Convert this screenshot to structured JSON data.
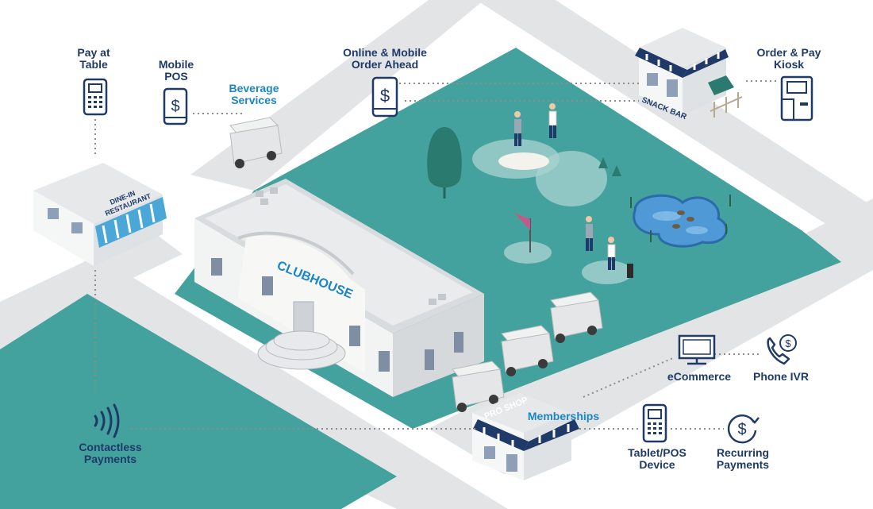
{
  "buildings": {
    "clubhouse": "CLUBHOUSE",
    "dine_in": [
      "DINE-IN",
      "RESTAURANT"
    ],
    "snack_bar": "SNACK BAR",
    "pro_shop": "PRO SHOP"
  },
  "labels": {
    "pay_at_table": [
      "Pay at",
      "Table"
    ],
    "mobile_pos": [
      "Mobile",
      "POS"
    ],
    "beverage_services": [
      "Beverage",
      "Services"
    ],
    "online_mobile": [
      "Online & Mobile",
      "Order Ahead"
    ],
    "order_pay_kiosk": [
      "Order & Pay",
      "Kiosk"
    ],
    "ecommerce": "eCommerce",
    "phone_ivr": "Phone IVR",
    "memberships": "Memberships",
    "tablet_pos": [
      "Tablet/POS",
      "Device"
    ],
    "recurring_payments": [
      "Recurring",
      "Payments"
    ],
    "contactless": [
      "Contactless",
      "Payments"
    ]
  },
  "icon_glyphs": {
    "dollar": "$"
  },
  "colors": {
    "navy": "#1f3a68",
    "accent_blue": "#1b86c5",
    "grass": "#44a29e",
    "road": "#e3e4e6",
    "water": "#4f9ad6",
    "building": "#eceeef"
  }
}
